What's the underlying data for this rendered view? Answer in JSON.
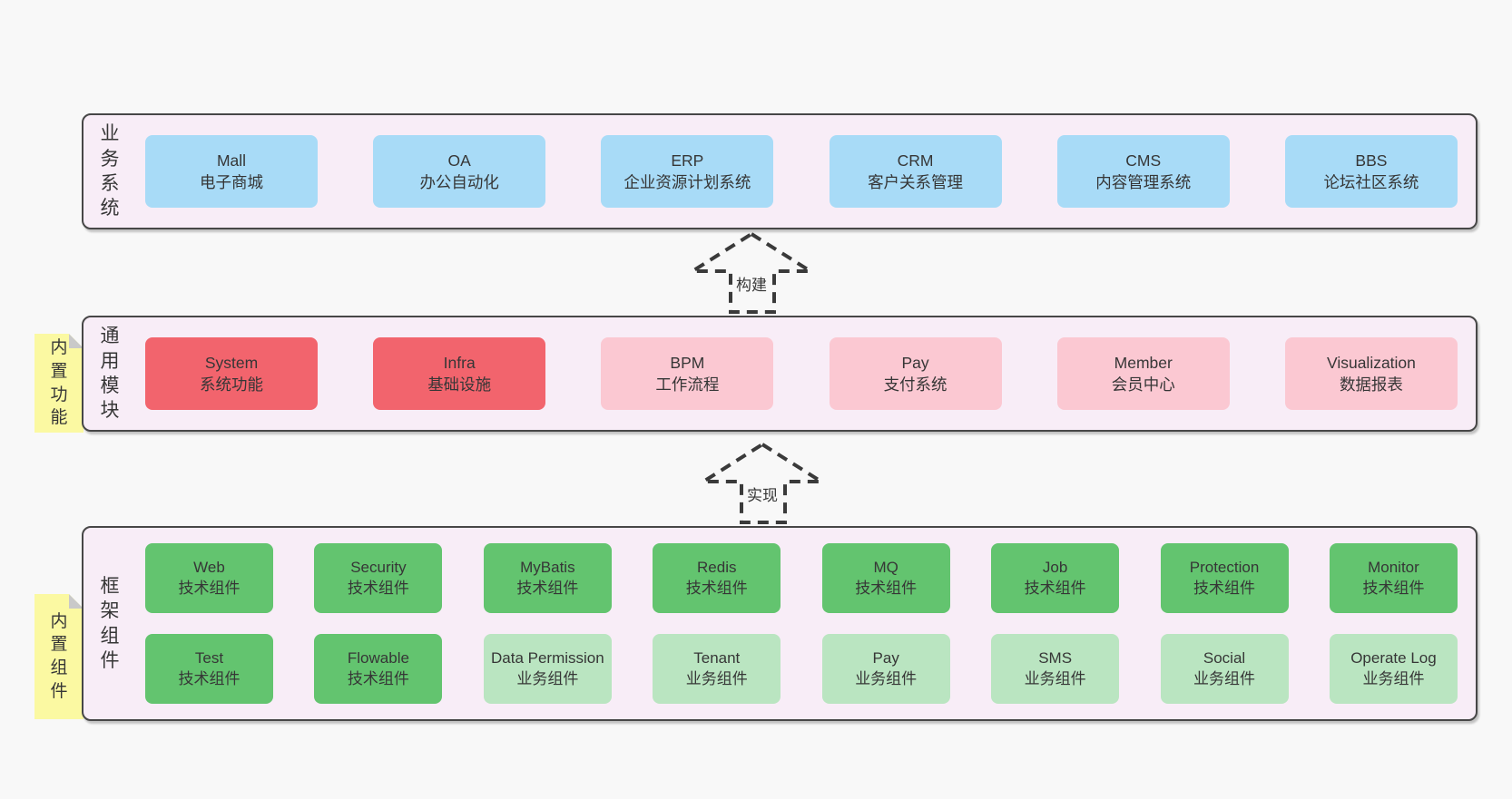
{
  "colors": {
    "background": "#f8f8f8",
    "panel_fill": "#f8edf7",
    "panel_border": "#474747",
    "blue_box": "#a8dbf7",
    "red_box": "#f2646d",
    "pink_box": "#fbc8d2",
    "green_box": "#63c46f",
    "light_green_box": "#bae5c1",
    "note_yellow": "#fbf9a2",
    "note_fold": "#c9c9c9",
    "text": "#363636"
  },
  "arrows": [
    {
      "label": "构建"
    },
    {
      "label": "实现"
    }
  ],
  "business_layer": {
    "label": "业务系统",
    "boxes": [
      {
        "title": "Mall",
        "subtitle": "电子商城",
        "variant": "blue"
      },
      {
        "title": "OA",
        "subtitle": "办公自动化",
        "variant": "blue"
      },
      {
        "title": "ERP",
        "subtitle": "企业资源计划系统",
        "variant": "blue"
      },
      {
        "title": "CRM",
        "subtitle": "客户关系管理",
        "variant": "blue"
      },
      {
        "title": "CMS",
        "subtitle": "内容管理系统",
        "variant": "blue"
      },
      {
        "title": "BBS",
        "subtitle": "论坛社区系统",
        "variant": "blue"
      }
    ]
  },
  "module_layer": {
    "label": "通用模块",
    "note": "内置功能",
    "boxes": [
      {
        "title": "System",
        "subtitle": "系统功能",
        "variant": "red"
      },
      {
        "title": "Infra",
        "subtitle": "基础设施",
        "variant": "red"
      },
      {
        "title": "BPM",
        "subtitle": "工作流程",
        "variant": "pink"
      },
      {
        "title": "Pay",
        "subtitle": "支付系统",
        "variant": "pink"
      },
      {
        "title": "Member",
        "subtitle": "会员中心",
        "variant": "pink"
      },
      {
        "title": "Visualization",
        "subtitle": "数据报表",
        "variant": "pink"
      }
    ]
  },
  "component_layer": {
    "label": "框架组件",
    "note": "内置组件",
    "row1": [
      {
        "title": "Web",
        "subtitle": "技术组件",
        "variant": "green"
      },
      {
        "title": "Security",
        "subtitle": "技术组件",
        "variant": "green"
      },
      {
        "title": "MyBatis",
        "subtitle": "技术组件",
        "variant": "green"
      },
      {
        "title": "Redis",
        "subtitle": "技术组件",
        "variant": "green"
      },
      {
        "title": "MQ",
        "subtitle": "技术组件",
        "variant": "green"
      },
      {
        "title": "Job",
        "subtitle": "技术组件",
        "variant": "green"
      },
      {
        "title": "Protection",
        "subtitle": "技术组件",
        "variant": "green"
      },
      {
        "title": "Monitor",
        "subtitle": "技术组件",
        "variant": "green"
      }
    ],
    "row2": [
      {
        "title": "Test",
        "subtitle": "技术组件",
        "variant": "green"
      },
      {
        "title": "Flowable",
        "subtitle": "技术组件",
        "variant": "green"
      },
      {
        "title": "Data Permission",
        "subtitle": "业务组件",
        "variant": "green-light"
      },
      {
        "title": "Tenant",
        "subtitle": "业务组件",
        "variant": "green-light"
      },
      {
        "title": "Pay",
        "subtitle": "业务组件",
        "variant": "green-light"
      },
      {
        "title": "SMS",
        "subtitle": "业务组件",
        "variant": "green-light"
      },
      {
        "title": "Social",
        "subtitle": "业务组件",
        "variant": "green-light"
      },
      {
        "title": "Operate Log",
        "subtitle": "业务组件",
        "variant": "green-light"
      }
    ]
  }
}
